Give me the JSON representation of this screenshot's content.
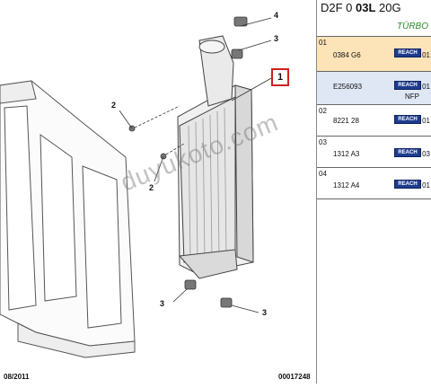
{
  "header": {
    "prefix": "D2F 0 ",
    "code": "03L",
    "suffix": " 20G",
    "subtitle": "TÜRBO"
  },
  "watermark": "duyukoto.com",
  "footer": {
    "left": "08/2011",
    "right": "00017248"
  },
  "callouts": [
    "4",
    "3",
    "1",
    "2",
    "2",
    "3",
    "3"
  ],
  "rows": [
    {
      "index": "01",
      "part": "0384 G6",
      "badge": "REACH",
      "qty": "01",
      "note": ""
    },
    {
      "index": "",
      "part": "E256093",
      "badge": "REACH",
      "qty": "01",
      "note": "NFP"
    },
    {
      "index": "02",
      "part": "8221 28",
      "badge": "REACH",
      "qty": "01",
      "note": ""
    },
    {
      "index": "03",
      "part": "1312 A3",
      "badge": "REACH",
      "qty": "03",
      "note": ""
    },
    {
      "index": "04",
      "part": "1312 A4",
      "badge": "REACH",
      "qty": "01",
      "note": ""
    }
  ],
  "colors": {
    "highlight_row_1": "#fde3b8",
    "highlight_row_2": "#dfe7f5",
    "reach_badge": "#1e3c8c",
    "callout_box": "#d02020",
    "turbo": "#2a8a2a"
  }
}
